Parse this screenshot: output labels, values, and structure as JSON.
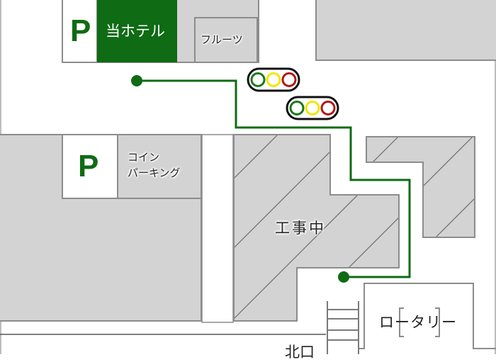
{
  "map": {
    "colors": {
      "route": "#0f6b14",
      "building": "#d3d3d3",
      "building_stroke": "#8c8c8c",
      "hotel": "#0f6b14",
      "signal_green": "#1a7a1a",
      "signal_yellow": "#f2e600",
      "signal_red": "#b01818"
    },
    "labels": {
      "hotel": "当ホテル",
      "parking_top": "P",
      "fruits": "フルーツ",
      "parking_coin": "P",
      "coin_parking_line1": "コイン",
      "coin_parking_line2": "パーキング",
      "construction": "工事中",
      "rotary": "ロータリー",
      "north_exit": "北口"
    },
    "icons": {
      "traffic_signal_1": "traffic-light-icon",
      "traffic_signal_2": "traffic-light-icon",
      "route_start": "route-start-dot",
      "route_end": "route-end-dot"
    }
  }
}
